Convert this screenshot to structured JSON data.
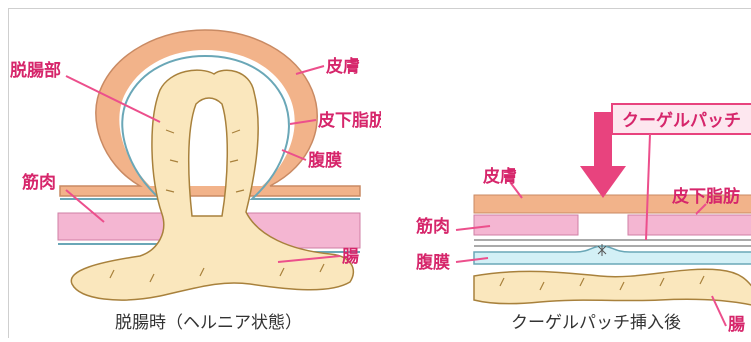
{
  "colors": {
    "skin": "#f2b38a",
    "fat": "#fde0c8",
    "muscle": "#f4b6d2",
    "peritoneum": "#d3f0f6",
    "intestine": "#fae7bd",
    "intestine_edge": "#a8813c",
    "label": "#d6266b",
    "leader": "#ec4f8c",
    "arrow": "#e8437e",
    "caption": "#333333"
  },
  "left_diagram": {
    "labels": {
      "prolapsed": "脱腸部",
      "skin": "皮膚",
      "subcutaneous_fat": "皮下脂肪",
      "muscle": "筋肉",
      "peritoneum": "腹膜",
      "intestine": "腸"
    },
    "caption": "脱腸時（ヘルニア状態）"
  },
  "right_diagram": {
    "labels": {
      "skin": "皮膚",
      "subcutaneous_fat": "皮下脂肪",
      "muscle": "筋肉",
      "peritoneum": "腹膜",
      "intestine": "腸"
    },
    "patch_label": "クーゲルパッチ",
    "caption": "クーゲルパッチ挿入後"
  }
}
